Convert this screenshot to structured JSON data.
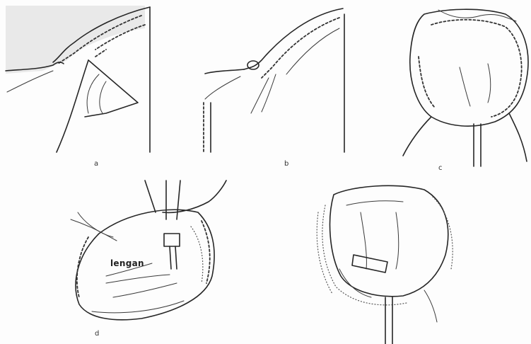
{
  "panels": [
    {
      "id": "a",
      "label": "a"
    },
    {
      "id": "b",
      "label": "b"
    },
    {
      "id": "c",
      "label": "c"
    },
    {
      "id": "d",
      "label": "d",
      "annotation": "lengan"
    },
    {
      "id": "e",
      "label": ""
    }
  ]
}
